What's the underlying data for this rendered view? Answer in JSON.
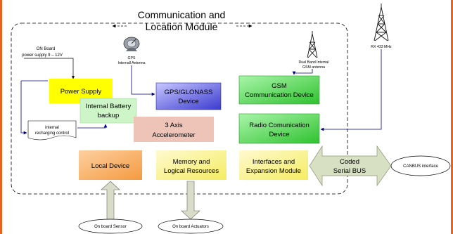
{
  "title": {
    "line1": "Communication and",
    "line2": "Location Module"
  },
  "onboard_power": {
    "line1": "ON Board",
    "line2": "power supply 9 – 12V"
  },
  "gps_antenna": {
    "line1": "GPS",
    "line2": "Internall Antenna"
  },
  "gsm_antenna": {
    "line1": "Dual Band Internal",
    "line2": "GSM antenna"
  },
  "rx_antenna": {
    "label": "RX 433 MHz"
  },
  "power_supply": {
    "label": "Power Supply"
  },
  "battery": {
    "line1": "Internal Battery",
    "line2": "backup"
  },
  "recharging": {
    "line1": "internal",
    "line2": "recharging control"
  },
  "gps_device": {
    "line1": "GPS/GLONASS",
    "line2": "Device"
  },
  "accelerometer": {
    "line1": "3 Axis",
    "line2": "Accelerometer"
  },
  "gsm_device": {
    "line1": "GSM",
    "line2": "Communication Device"
  },
  "radio_device": {
    "line1": "Radio Comunication",
    "line2": "Device"
  },
  "local_device": {
    "label": "Local Device"
  },
  "memory": {
    "line1": "Memory and",
    "line2": "Logical Resources"
  },
  "interfaces": {
    "line1": "Interfaces and",
    "line2": "Expansion Module"
  },
  "serial_bus": {
    "line1": "Coded",
    "line2": "Serial BUS"
  },
  "canbus": {
    "label": "CANBUS interface"
  },
  "onboard_sensor": {
    "label": "On board Sensor"
  },
  "onboard_actuators": {
    "label": "On board Actuators"
  },
  "colors": {
    "frame_border": "#e8641c",
    "power_supply": "#ffff00",
    "battery": "#cdf5c8",
    "gps_device": "#4848d8",
    "accelerometer": "#efc4b8",
    "gsm_device": "#4fd94f",
    "radio_device": "#4fd94f",
    "local_device": "#f7a85a",
    "memory": "#fbf28a",
    "interfaces": "#fbf28a",
    "bus_arrow": "#d8e0c4",
    "connector": "#000080"
  }
}
